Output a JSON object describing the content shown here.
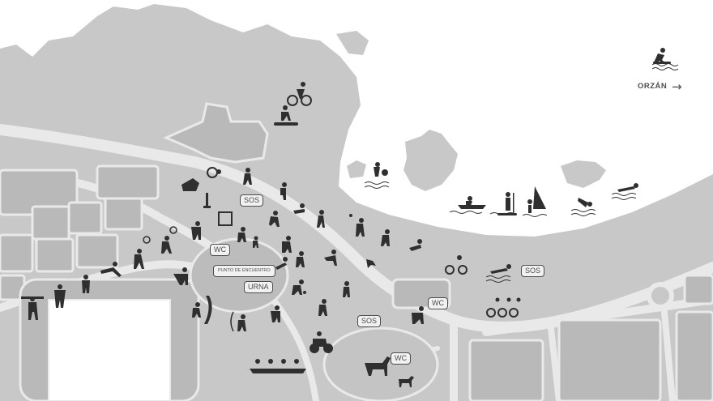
{
  "colors": {
    "land": "#c8c8c8",
    "sea": "#ffffff",
    "road": "#e9e9e9",
    "block": "#b9b9b9",
    "icon": "#2f2f2f",
    "label": "#4d4d4d"
  },
  "labels": {
    "orzan": "ORZÁN",
    "arrow": "→"
  },
  "badges": {
    "sos_top": "SOS",
    "sos_right": "SOS",
    "sos_bottom": "SOS",
    "wc_left": "WC",
    "wc_right": "WC",
    "wc_bottom": "WC",
    "meeting_point": "PUNTO DE ENCUENTRO",
    "urna": "URNA"
  },
  "icons": [
    "surfer-icon",
    "cyclist-icon",
    "skateboard-icon",
    "swimmer-icon",
    "water-polo-icon",
    "rowing-icon",
    "paddle-board-icon",
    "windsurf-icon",
    "runner-icon",
    "archer-icon",
    "weightlifter-icon",
    "horse-icon",
    "dog-icon",
    "motorbike-icon",
    "bird-icon",
    "tennis-icon",
    "football-icon",
    "climbing-icon",
    "bike-group-icon"
  ]
}
